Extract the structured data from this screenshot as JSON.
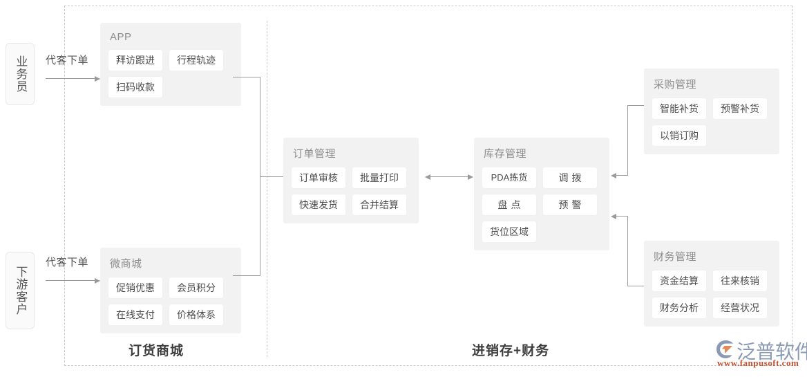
{
  "diagram": {
    "actors": [
      {
        "id": "salesman",
        "label": "业务员"
      },
      {
        "id": "customer",
        "label": "下游客户"
      }
    ],
    "flows": [
      {
        "id": "salesman-order",
        "label": "代客下单"
      },
      {
        "id": "customer-order",
        "label": "代客下单"
      }
    ],
    "panels": [
      {
        "id": "app",
        "title": "APP",
        "items": [
          "拜访跟进",
          "行程轨迹",
          "扫码收款"
        ]
      },
      {
        "id": "mall",
        "title": "微商城",
        "items": [
          "促销优惠",
          "会员积分",
          "在线支付",
          "价格体系"
        ]
      },
      {
        "id": "order",
        "title": "订单管理",
        "items": [
          "订单审核",
          "批量打印",
          "快速发货",
          "合并结算"
        ]
      },
      {
        "id": "inventory",
        "title": "库存管理",
        "items": [
          "PDA拣货",
          "调拨",
          "盘点",
          "预警",
          "货位区域"
        ]
      },
      {
        "id": "purchase",
        "title": "采购管理",
        "items": [
          "智能补货",
          "预警补货",
          "以销订购"
        ]
      },
      {
        "id": "finance",
        "title": "财务管理",
        "items": [
          "资金结算",
          "往来核销",
          "财务分析",
          "经营状况"
        ]
      }
    ],
    "captions": {
      "left": "订货商城",
      "right": "进销存+财务"
    }
  },
  "logo": {
    "brand": "泛普软件",
    "url": "www.fanpusoft.com",
    "mark_color": "#8a9ab5",
    "accent_color": "#e08a5a",
    "url_color": "#c9502e"
  },
  "colors": {
    "panel_bg": "#f2f2f2",
    "chip_bg": "#ffffff",
    "chip_text": "#4c4c4c",
    "panel_title": "#8c8c8c",
    "arrow": "#9a9a9a",
    "dashed_border": "#c8c8c8",
    "caption": "#3d3d3d"
  }
}
